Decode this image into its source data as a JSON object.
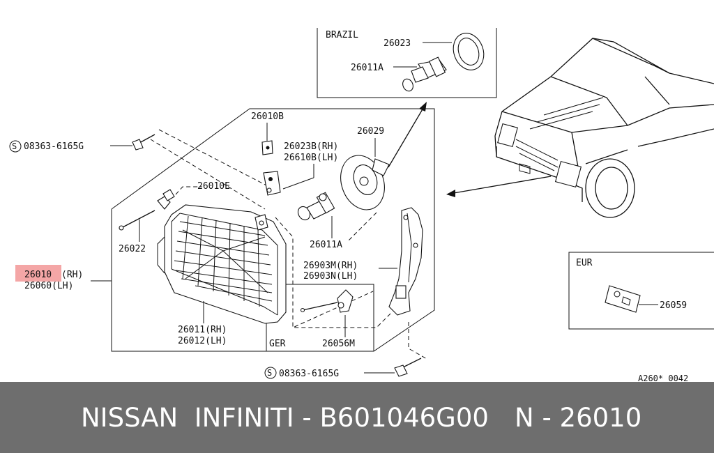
{
  "labels": {
    "brazil": "BRAZIL",
    "p26023": "26023",
    "p26011A_top": "26011A",
    "p26010B": "26010B",
    "p26029": "26029",
    "p26023B": "26023B(RH)",
    "p26610B": "26610B(LH)",
    "bolt_top": "08363-6165G",
    "p26010E": "26010E",
    "p26022": "26022",
    "p26011A_mid": "26011A",
    "p26903M": "26903M(RH)",
    "p26903N": "26903N(LH)",
    "p26010_code": "26010",
    "p26010_side": "(RH)",
    "p26060": "26060(LH)",
    "p26011": "26011(RH)",
    "p26012": "26012(LH)",
    "ger": "GER",
    "p26056M": "26056M",
    "bolt_bottom": "08363-6165G",
    "eur": "EUR",
    "p26059": "26059",
    "diagram_code": "A260* 0042",
    "bolt_symbol": "S"
  },
  "highlight_color": "#f4a6a6",
  "footer": {
    "brand_part": "NISSAN  INFINITI - B601046G00",
    "ref": "N - 26010"
  }
}
